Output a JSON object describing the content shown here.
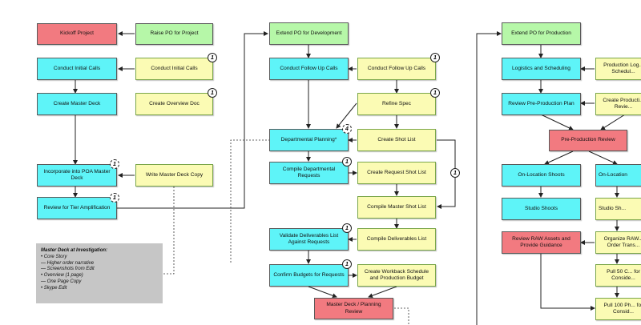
{
  "nodes": {
    "kickoff": "Kickoff Project",
    "raise_po": "Raise PO for Project",
    "initial_calls": "Conduct Initial Calls",
    "initial_calls_y": "Conduct Initial Calls",
    "master_deck": "Create Master Deck",
    "overview_doc": "Create Overview Doc",
    "incorporate_poa": "Incorporate into POA Master Deck",
    "write_copy": "Write Master Deck Copy",
    "tier_review": "Review for Tier Amplification",
    "extend_po_dev": "Extend PO for Development",
    "follow_up_c": "Conduct Follow Up Calls",
    "follow_up_y": "Conduct Follow Up Calls",
    "refine_spec": "Refine Spec",
    "dept_planning": "Departmental Planning*",
    "shot_list": "Create Shot List",
    "dept_requests": "Compile Departmental Requests",
    "request_shot_list": "Create Request Shot List",
    "compile_master": "Compile Master Shot List",
    "validate_deliv": "Validate Deliverables List Against Requests",
    "compile_deliv": "Compile Deliverables List",
    "confirm_budgets": "Confirm Budgets for Requests",
    "workback": "Create Workback Schedule and Production Budget",
    "master_planning_review": "Master Deck / Planning Review",
    "extend_po_prod": "Extend PO for Production",
    "logistics": "Logistics and Scheduling",
    "prod_logistics_partial": "Production Log... Schedul...",
    "review_preprod_plan": "Review Pre-Production Plan",
    "create_prod_review_partial": "Create Producti... Revie...",
    "preprod_review": "Pre-Production Review",
    "on_location_1": "On-Location Shoots",
    "on_location_2": "On-Location",
    "studio_shoots": "Studio Shoots",
    "studio_partial": "Studio Sh...",
    "review_raw": "Review RAW Assets and Provide Guidance",
    "organize_raw_partial": "Organize RAW... Order Trans...",
    "pull_50_partial": "Pull 50 C... for Conside...",
    "pull_100_partial": "Pull 100 Ph... for Consid..."
  },
  "badges": {
    "b_initial": "1",
    "b_overview": "1",
    "b_poa": "1",
    "b_tier": "1",
    "b_followup": "1",
    "b_refine": "1",
    "b_dept": "4",
    "b_requests": "1",
    "b_shotlist_loop": "1",
    "b_deliv": "1",
    "b_workback": "1"
  },
  "note": {
    "title": "Master Deck at Investigation:",
    "lines": [
      "• Core Story",
      "— Higher order narrative",
      "— Screenshots from Edit",
      "• Overview (1 page)",
      "— One Page Copy",
      "• Skype Edit"
    ]
  },
  "colors": {
    "red": "#f27a80",
    "green": "#b6f7a8",
    "cyan": "#5ef4f8",
    "yellow": "#fbfbb4",
    "note_gray": "#c6c6c6"
  }
}
